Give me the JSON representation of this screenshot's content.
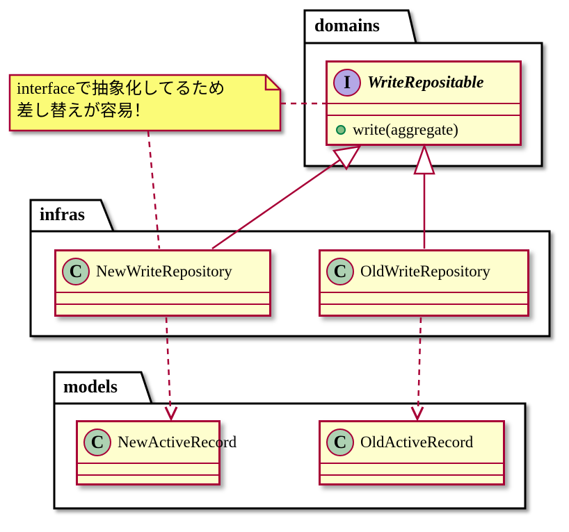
{
  "colors": {
    "edge": "#A80036",
    "box_border": "#A80036",
    "box_bg": "#FEFECE",
    "note_bg": "#FBFB77",
    "note_border": "#A80036",
    "interface_spot_bg": "#B4A7E5",
    "class_spot_bg": "#ADD1B2",
    "method_dot_bg": "#84BE84",
    "method_dot_border": "#038048",
    "package_border": "#000000",
    "package_bg": "#FFFFFF",
    "text": "#000000"
  },
  "packages": {
    "domains": {
      "label": "domains"
    },
    "infras": {
      "label": "infras"
    },
    "models": {
      "label": "models"
    }
  },
  "note": {
    "line1": "interfaceで抽象化してるため",
    "line2": "差し替えが容易！"
  },
  "elements": {
    "write_repositable": {
      "stereotype_letter": "I",
      "name": "WriteRepositable",
      "methods": [
        "write(aggregate)"
      ]
    },
    "new_write_repository": {
      "stereotype_letter": "C",
      "name": "NewWriteRepository"
    },
    "old_write_repository": {
      "stereotype_letter": "C",
      "name": "OldWriteRepository"
    },
    "new_active_record": {
      "stereotype_letter": "C",
      "name": "NewActiveRecord"
    },
    "old_active_record": {
      "stereotype_letter": "C",
      "name": "OldActiveRecord"
    }
  },
  "relations": [
    {
      "from": "NewWriteRepository",
      "to": "WriteRepositable",
      "type": "realization"
    },
    {
      "from": "OldWriteRepository",
      "to": "WriteRepositable",
      "type": "realization"
    },
    {
      "from": "NewWriteRepository",
      "to": "NewActiveRecord",
      "type": "dependency"
    },
    {
      "from": "OldWriteRepository",
      "to": "OldActiveRecord",
      "type": "dependency"
    },
    {
      "from": "note",
      "to": "WriteRepositable",
      "type": "note-link"
    },
    {
      "from": "note",
      "to": "NewWriteRepository",
      "type": "note-link"
    }
  ]
}
